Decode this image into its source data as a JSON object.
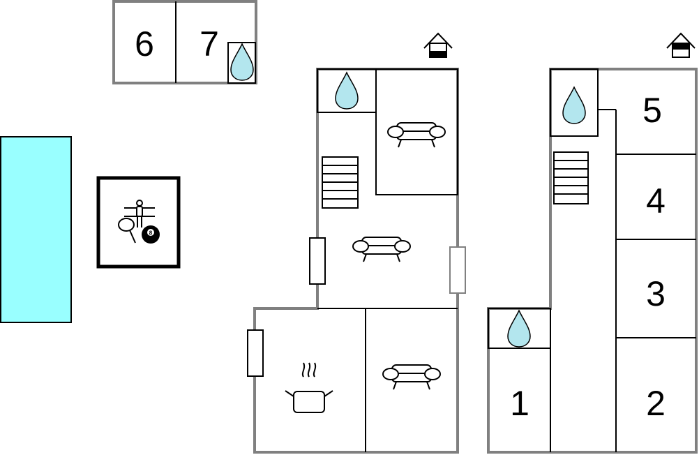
{
  "rooms": {
    "bedroom_1": "1",
    "bedroom_2": "2",
    "bedroom_3": "3",
    "bedroom_4": "4",
    "bedroom_5": "5",
    "bedroom_6": "6",
    "bedroom_7": "7"
  },
  "icons": {
    "pool": "pool",
    "game_room": "table-tennis-foosball-billiards-icon",
    "bathroom": "water-drop-icon",
    "living_room": "sofa-icon",
    "kitchen": "cooking-pot-icon",
    "stairs": "stairs-icon",
    "floor_level_ground": "house-ground-floor-icon",
    "floor_level_upper": "house-upper-floor-icon",
    "window": "window-icon"
  },
  "colors": {
    "water": "#99ffff",
    "drop": "#b3e6ee",
    "wall": "#808080",
    "outline": "#000000"
  },
  "billiard_ball": "8"
}
